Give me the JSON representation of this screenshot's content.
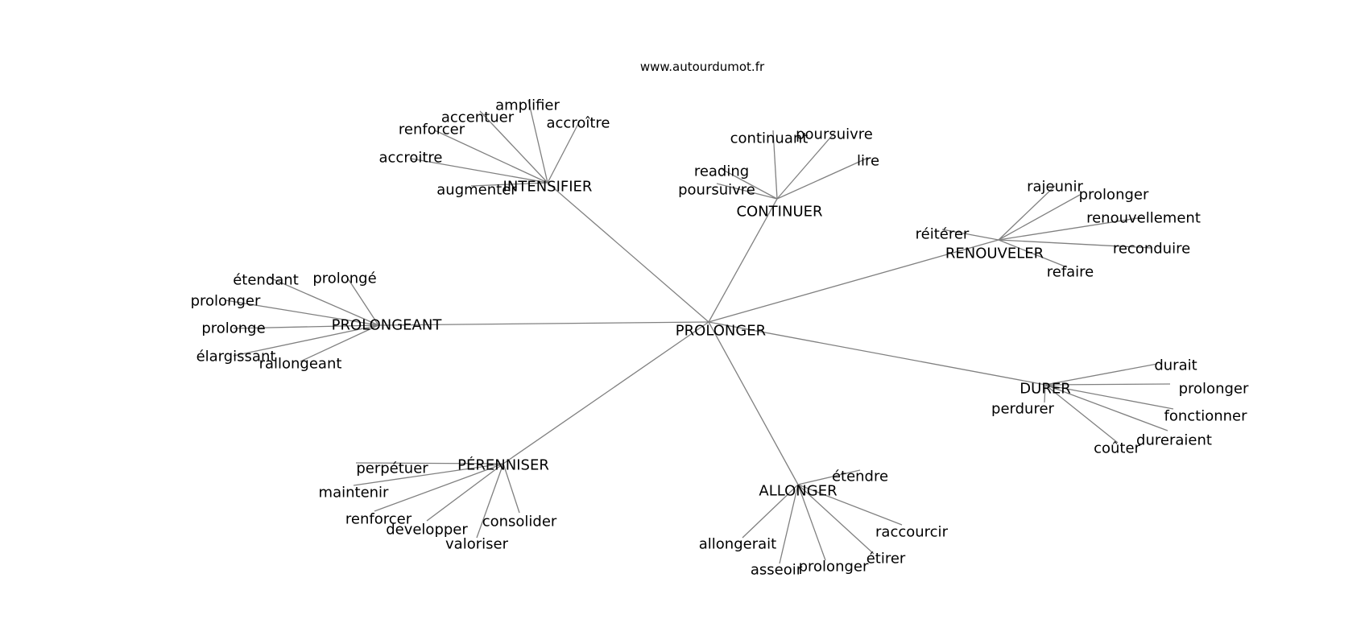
{
  "source": "www.autourdumot.fr",
  "graph": {
    "center": "PROLONGER",
    "clusters": [
      {
        "name": "INTENSIFIER",
        "leaves": [
          "amplifier",
          "accentuer",
          "accroître",
          "renforcer",
          "accroitre",
          "augmenter"
        ]
      },
      {
        "name": "CONTINUER",
        "leaves": [
          "continuant",
          "poursuivre",
          "lire",
          "reading",
          "poursuivre"
        ]
      },
      {
        "name": "RENOUVELER",
        "leaves": [
          "rajeunir",
          "prolonger",
          "renouvellement",
          "réitérer",
          "reconduire",
          "refaire"
        ]
      },
      {
        "name": "PROLONGEANT",
        "leaves": [
          "étendant",
          "prolongé",
          "prolonger",
          "prolonge",
          "élargissant",
          "rallongeant"
        ]
      },
      {
        "name": "DURER",
        "leaves": [
          "durait",
          "prolonger",
          "perdurer",
          "fonctionner",
          "dureraient",
          "coûter"
        ]
      },
      {
        "name": "PÉRENNISER",
        "leaves": [
          "perpétuer",
          "maintenir",
          "renforcer",
          "developper",
          "consolider",
          "valoriser"
        ]
      },
      {
        "name": "ALLONGER",
        "leaves": [
          "étendre",
          "raccourcir",
          "étirer",
          "allongerait",
          "prolonger",
          "asseoir"
        ]
      }
    ]
  }
}
